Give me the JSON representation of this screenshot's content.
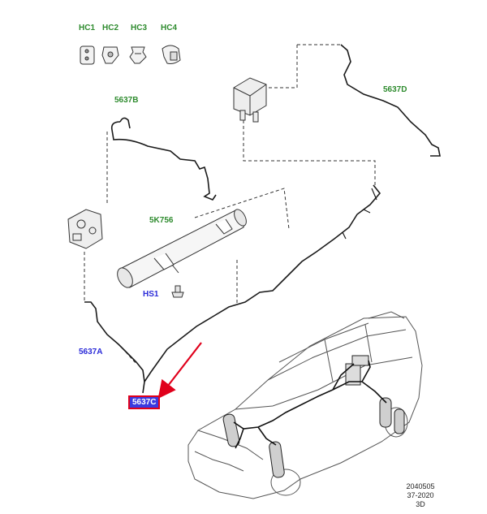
{
  "labels": {
    "hc1": "HC1",
    "hc2": "HC2",
    "hc3": "HC3",
    "hc4": "HC4",
    "p5637b": "5637B",
    "p5637d": "5637D",
    "p5k756": "5K756",
    "hs1": "HS1",
    "p5637a": "5637A",
    "p5637c": "5637C"
  },
  "reference": {
    "line1": "2040505",
    "line2": "37-2020",
    "line3": "3D"
  },
  "colors": {
    "label_green": "#2e8b2e",
    "label_blue": "#2a2ad8",
    "highlight_border": "#e0001b",
    "highlight_fill": "#3a3ae0",
    "pointer_arrow": "#e0001b",
    "line_art": "#1a1a1a"
  }
}
